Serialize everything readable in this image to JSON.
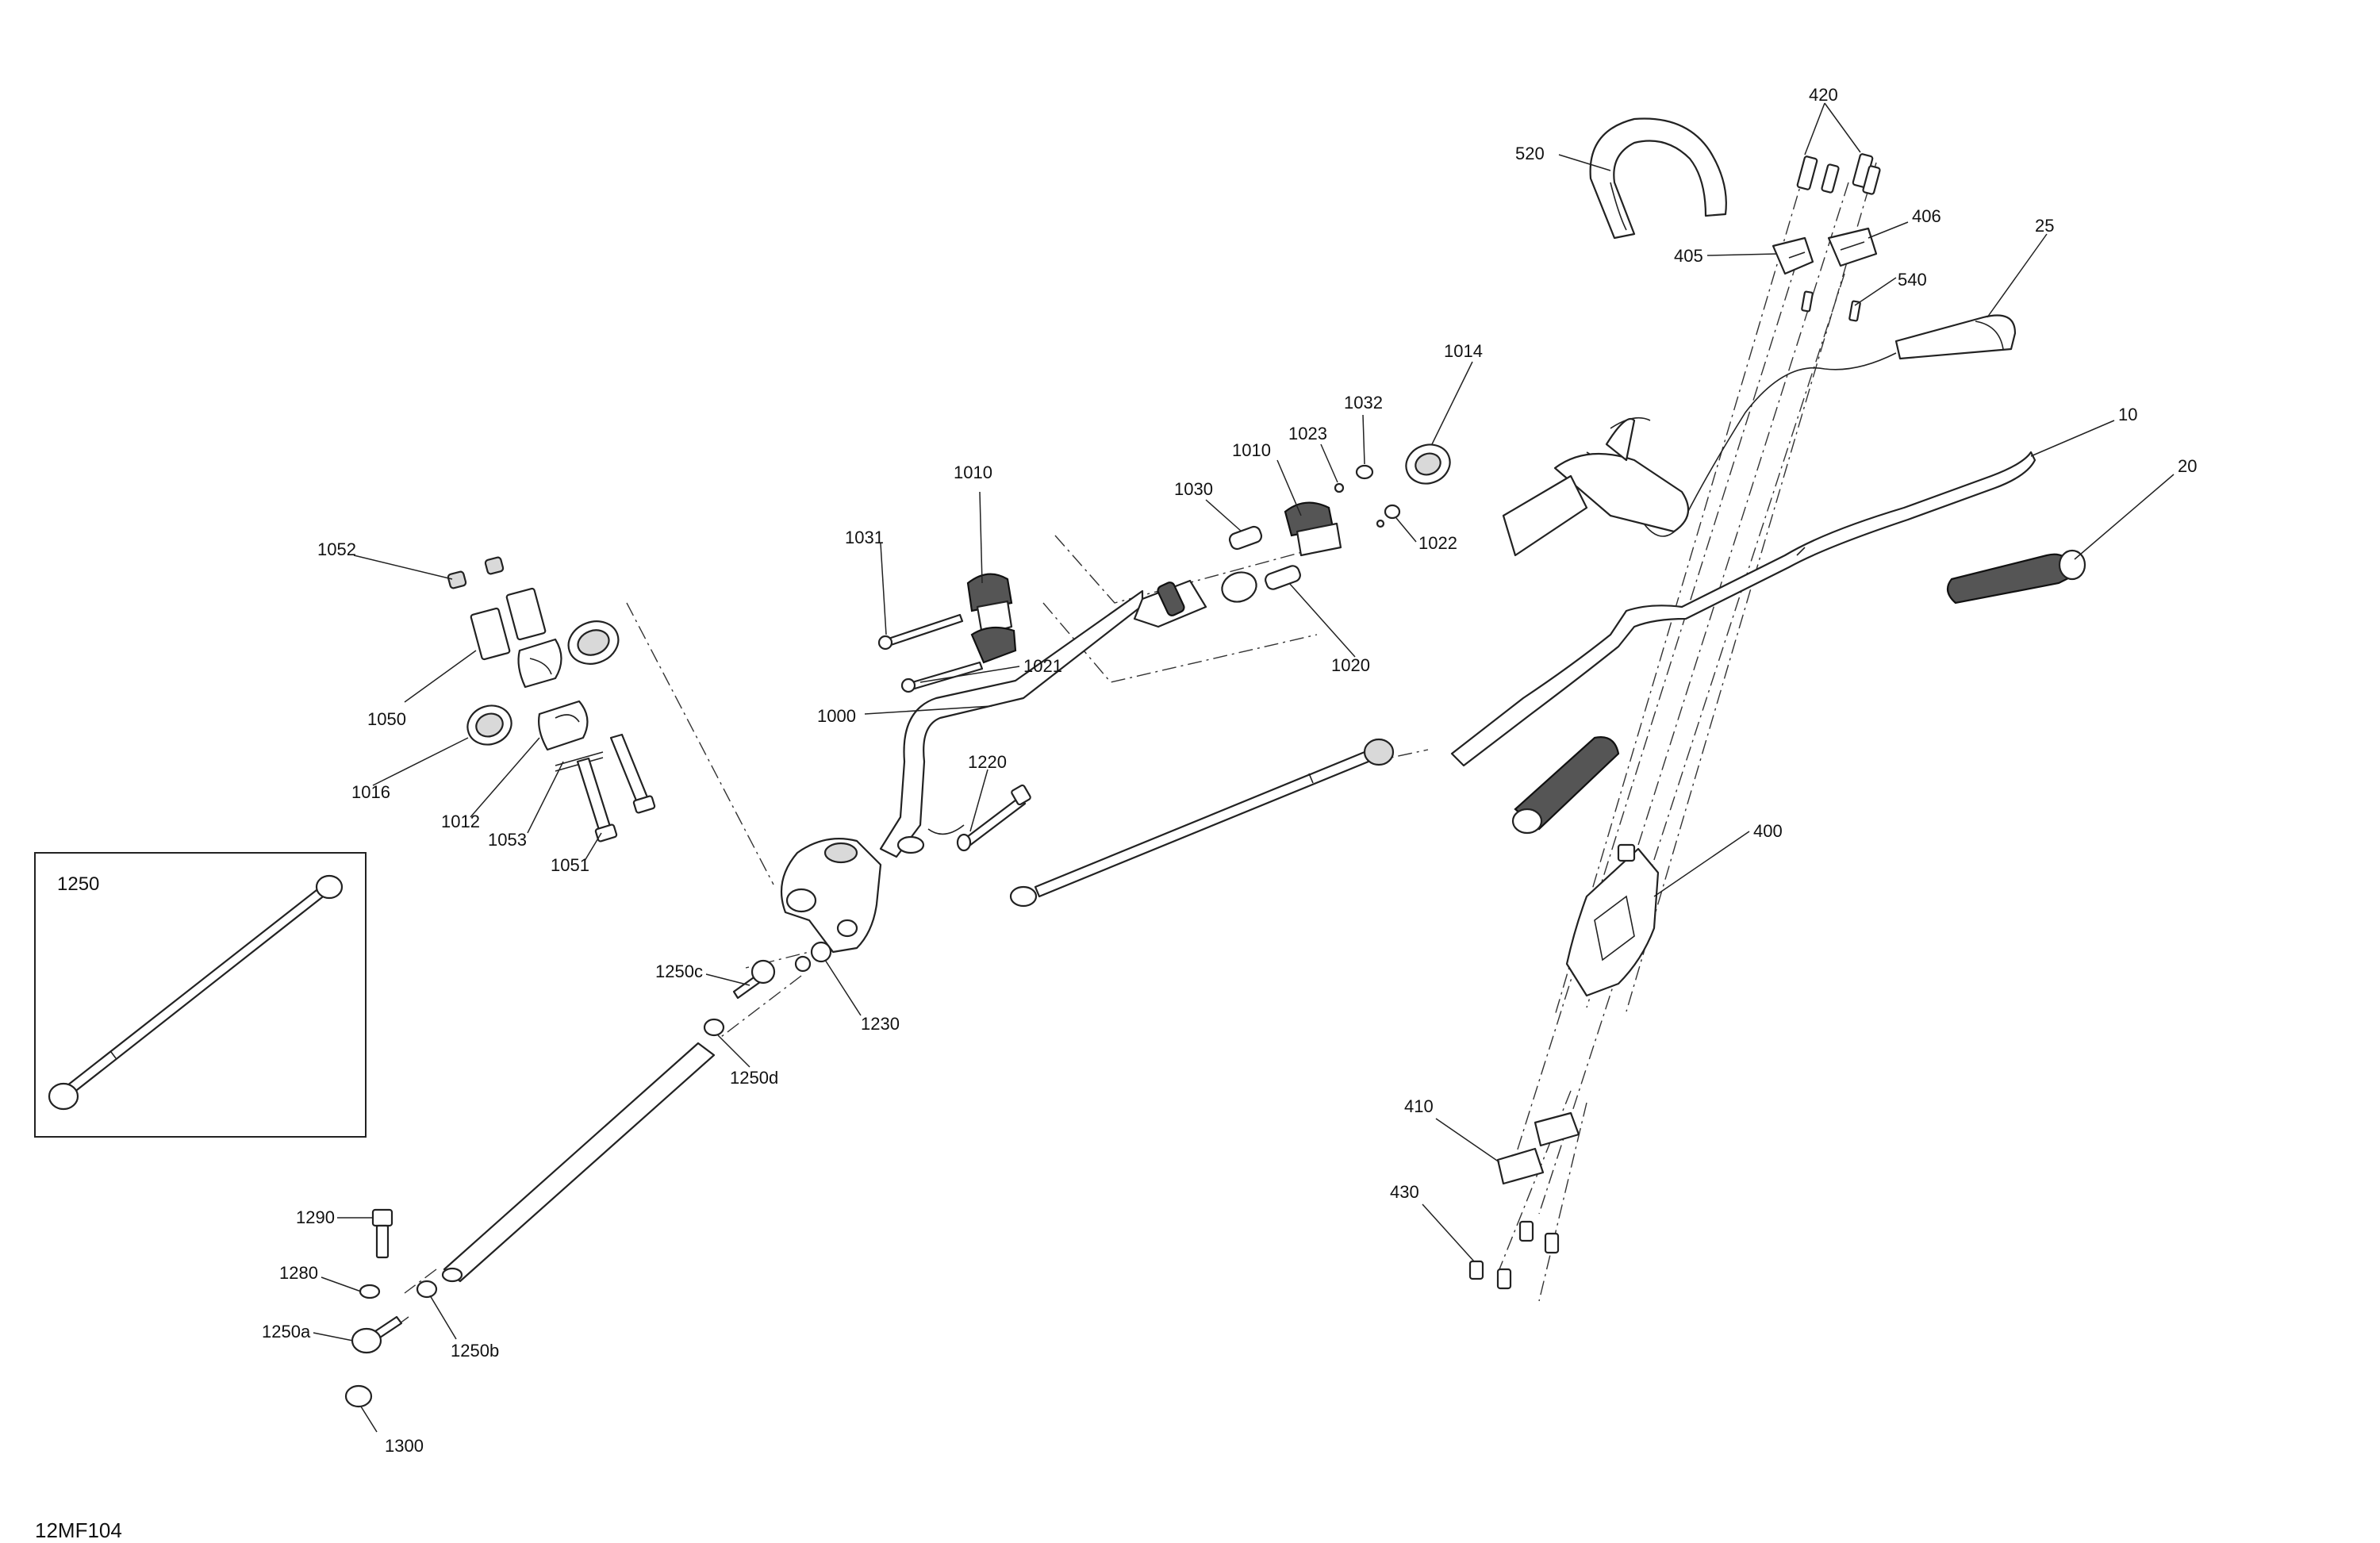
{
  "figure": {
    "reference_code": "12MF104",
    "inset_label": "1250"
  },
  "callouts": {
    "c1052": "1052",
    "c1050": "1050",
    "c1016": "1016",
    "c1012": "1012",
    "c1053": "1053",
    "c1051": "1051",
    "c1031": "1031",
    "c1010a": "1010",
    "c1021": "1021",
    "c1000": "1000",
    "c1220": "1220",
    "c1230": "1230",
    "c1250c": "1250c",
    "c1250d": "1250d",
    "c1030": "1030",
    "c1010b": "1010",
    "c1023": "1023",
    "c1032": "1032",
    "c1014": "1014",
    "c1022": "1022",
    "c1020": "1020",
    "c520": "520",
    "c420": "420",
    "c405": "405",
    "c406": "406",
    "c540": "540",
    "c25": "25",
    "c10": "10",
    "c20": "20",
    "c400": "400",
    "c410": "410",
    "c430": "430",
    "c1290": "1290",
    "c1280": "1280",
    "c1250a": "1250a",
    "c1250b": "1250b",
    "c1300": "1300"
  },
  "icons": {
    "knuckle": "steering-knuckle-icon",
    "clamp": "bearing-clamp-icon",
    "bushing": "bushing-icon",
    "bolt": "bolt-icon",
    "nut": "nut-icon",
    "washer": "washer-icon",
    "rod_end": "rod-end-icon",
    "grip": "handlebar-grip-icon",
    "riser": "handlebar-riser-icon"
  }
}
